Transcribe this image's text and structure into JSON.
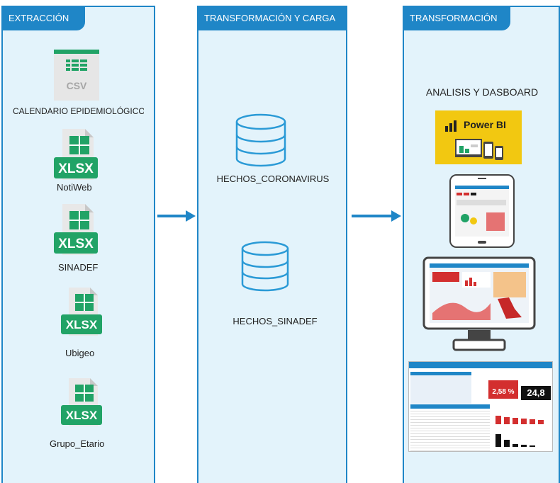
{
  "panels": [
    {
      "title": "EXTRACCIÓN"
    },
    {
      "title": "TRANSFORMACIÓN Y CARGA"
    },
    {
      "title": "TRANSFORMACIÓN"
    }
  ],
  "extraction": {
    "calendario_label": "CALENDARIO EPIDEMIOLÓGICO",
    "csv_badge": "CSV",
    "notiweb_label": "NotiWeb",
    "sinadef_label": "SINADEF",
    "ubigeo_label": "Ubigeo",
    "grupo_label": "Grupo_Etario",
    "xlsx_badge": "XLSX"
  },
  "load": {
    "db1_label": "HECHOS_CORONAVIRUS",
    "db2_label": "HECHOS_SINADEF"
  },
  "analysis": {
    "title": "ANALISIS Y DASBOARD",
    "powerbi_label": "Power BI",
    "kpi1": "2,58 %",
    "kpi2": "24,8"
  },
  "colors": {
    "panel_border": "#1f86c7",
    "panel_fill": "#e3f3fb",
    "excel_green": "#21a366",
    "powerbi_yellow": "#f2c811"
  }
}
